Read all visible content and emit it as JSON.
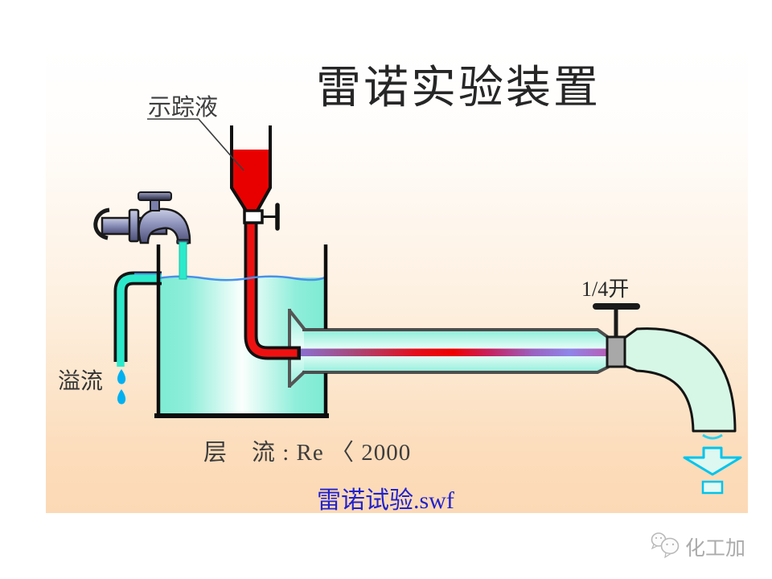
{
  "slide": {
    "title": "雷诺实验装置",
    "labels": {
      "tracer": "示踪液",
      "overflow": "溢流",
      "valve_opening": "1/4开",
      "flow_regime": "层　流 :  Re 〈 2000",
      "link": "雷诺试验.swf"
    },
    "watermark": {
      "brand": "化工加",
      "icon": "wechat-icon"
    },
    "colors": {
      "tracer_red": "#ee1111",
      "water_cyan": "#2de9cb",
      "drop_blue": "#00b0f0",
      "link_blue": "#2222cc",
      "slide_peach": "#fcd9b6",
      "arrow_cyan": "#00c4ec",
      "pipe_outline_gray": "#4d4d4d"
    }
  }
}
